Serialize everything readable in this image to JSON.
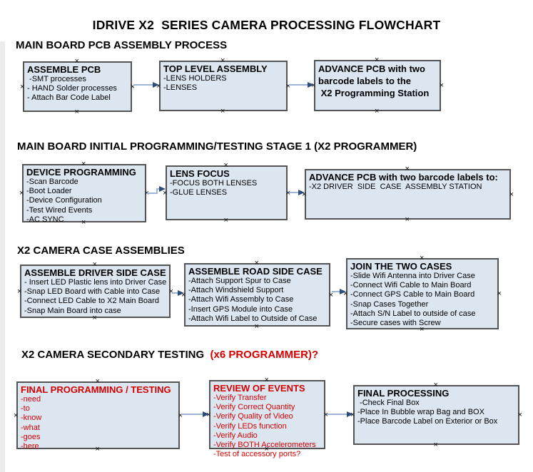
{
  "title": "IDRIVE X2  SERIES CAMERA PROCESSING FLOWCHART",
  "colors": {
    "box_fill": "#dce6f1",
    "box_border": "#545454",
    "red_text": "#d40000",
    "black_text": "#000000",
    "arrow_line": "#9db5d6",
    "arrow_head": "#2e4d7b"
  },
  "icons": {
    "connection_point": "×",
    "arrow_right": "→"
  },
  "sections": [
    {
      "heading": "MAIN BOARD PCB ASSEMBLY PROCESS",
      "boxes": [
        {
          "title": "ASSEMBLE PCB",
          "lines": [
            " -SMT processes",
            "- HAND Solder processes",
            "- Attach Bar Code Label"
          ]
        },
        {
          "title": "TOP LEVEL ASSEMBLY",
          "lines": [
            "-LENS HOLDERS",
            "-LENSES"
          ]
        },
        {
          "title": "ADVANCE PCB with two",
          "lines": [
            "barcode labels to the",
            " X2 Programming Station"
          ]
        }
      ]
    },
    {
      "heading": "MAIN BOARD INITIAL PROGRAMMING/TESTING STAGE 1 (X2 PROGRAMMER)",
      "boxes": [
        {
          "title": "DEVICE PROGRAMMING",
          "lines": [
            "-Scan Barcode",
            "-Boot Loader",
            "-Device Configuration",
            "-Test Wired Events",
            "-AC SYNC"
          ]
        },
        {
          "title": "LENS FOCUS",
          "lines": [
            "-FOCUS BOTH LENSES",
            "-GLUE LENSES"
          ]
        },
        {
          "title": "ADVANCE PCB with two barcode labels to:",
          "lines": [
            "-X2 DRIVER  SIDE  CASE  ASSEMBLY STATION"
          ]
        }
      ]
    },
    {
      "heading": "X2 CAMERA CASE ASSEMBLIES",
      "boxes": [
        {
          "title": "ASSEMBLE DRIVER SIDE CASE",
          "lines": [
            "- Insert LED Plastic lens into Driver Case",
            "-Snap LED Board with Cable into Case",
            "-Connect LED Cable to X2 Main Board",
            "-Snap Main Board into case"
          ]
        },
        {
          "title": "ASSEMBLE ROAD SIDE CASE",
          "lines": [
            "-Attach Support Spur to Case",
            "-Attach Windshield Support",
            "-Attach Wifi Assembly to Case",
            "-Insert GPS Module into Case",
            "-Attach Wifi Label to Outside of Case"
          ]
        },
        {
          "title": "JOIN THE TWO CASES",
          "lines": [
            "-Slide Wifi Antenna into Driver Case",
            "-Connect Wifi Cable to Main Board",
            "-Connect GPS Cable to Main Board",
            "-Snap Cases Together",
            "-Attach S/N Label to outside of case",
            "-Secure cases with Screw"
          ]
        }
      ]
    },
    {
      "heading": "X2 CAMERA SECONDARY TESTING  ",
      "heading_red": "(x6 PROGRAMMER)?",
      "boxes": [
        {
          "title": "FINAL PROGRAMMING / TESTING",
          "lines": [
            "-need",
            "-to",
            "-know",
            "-what",
            "-goes",
            "-here"
          ]
        },
        {
          "title": "REVIEW OF EVENTS",
          "lines": [
            "-Verify Transfer",
            "-Verify Correct Quantity",
            "-Verify Quality of Video",
            "-Verify LEDs function",
            "-Verify Audio",
            "-Verify BOTH Accelerometers",
            "-Test of accessory ports?"
          ]
        },
        {
          "title": "FINAL PROCESSING",
          "lines": [
            " -Check Final Box",
            "-Place In Bubble wrap Bag and BOX",
            "-Place Barcode Label on Exterior or Box"
          ]
        }
      ]
    }
  ],
  "connections": [
    {
      "from": "ASSEMBLE PCB",
      "to": "TOP LEVEL ASSEMBLY"
    },
    {
      "from": "TOP LEVEL ASSEMBLY",
      "to": "ADVANCE PCB with two barcode labels to the X2 Programming Station"
    },
    {
      "from": "DEVICE PROGRAMMING",
      "to": "LENS FOCUS"
    },
    {
      "from": "LENS FOCUS",
      "to": "ADVANCE PCB with two barcode labels to: -X2 DRIVER SIDE CASE ASSEMBLY STATION"
    },
    {
      "from": "ASSEMBLE DRIVER SIDE CASE",
      "to": "ASSEMBLE ROAD SIDE CASE"
    },
    {
      "from": "ASSEMBLE ROAD SIDE CASE",
      "to": "JOIN THE TWO CASES"
    },
    {
      "from": "FINAL PROGRAMMING / TESTING",
      "to": "REVIEW OF EVENTS"
    },
    {
      "from": "REVIEW OF EVENTS",
      "to": "FINAL PROCESSING"
    }
  ]
}
